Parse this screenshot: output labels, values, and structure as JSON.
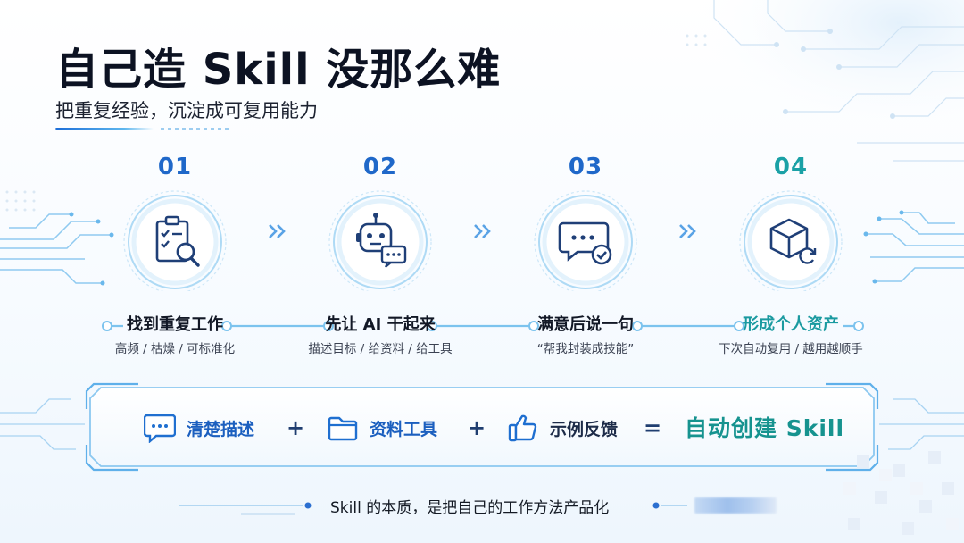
{
  "header": {
    "title": "自己造 Skill 没那么难",
    "subtitle": "把重复经验，沉淀成可复用能力"
  },
  "steps": [
    {
      "number": "01",
      "title": "找到重复工作",
      "desc": "高频 / 枯燥 / 可标准化",
      "icon": "clipboard-magnifier-icon"
    },
    {
      "number": "02",
      "title": "先让  AI 干起来",
      "desc": "描述目标 / 给资料 / 给工具",
      "icon": "robot-chat-icon"
    },
    {
      "number": "03",
      "title": "满意后说一句",
      "desc": "“帮我封装成技能”",
      "icon": "chat-check-icon"
    },
    {
      "number": "04",
      "title": "形成个人资产",
      "desc": "下次自动复用 / 越用越顺手",
      "icon": "cube-refresh-icon"
    }
  ],
  "formula": {
    "item1": "清楚描述",
    "item2": "资料工具",
    "item3": "示例反馈",
    "plus": "+",
    "equals": "=",
    "result": "自动创建 Skill"
  },
  "footer": {
    "text": "Skill 的本质，是把自己的工作方法产品化"
  },
  "colors": {
    "primary": "#1f68c9",
    "accent_green": "#1aa1a6",
    "line": "#7cc3ee"
  }
}
